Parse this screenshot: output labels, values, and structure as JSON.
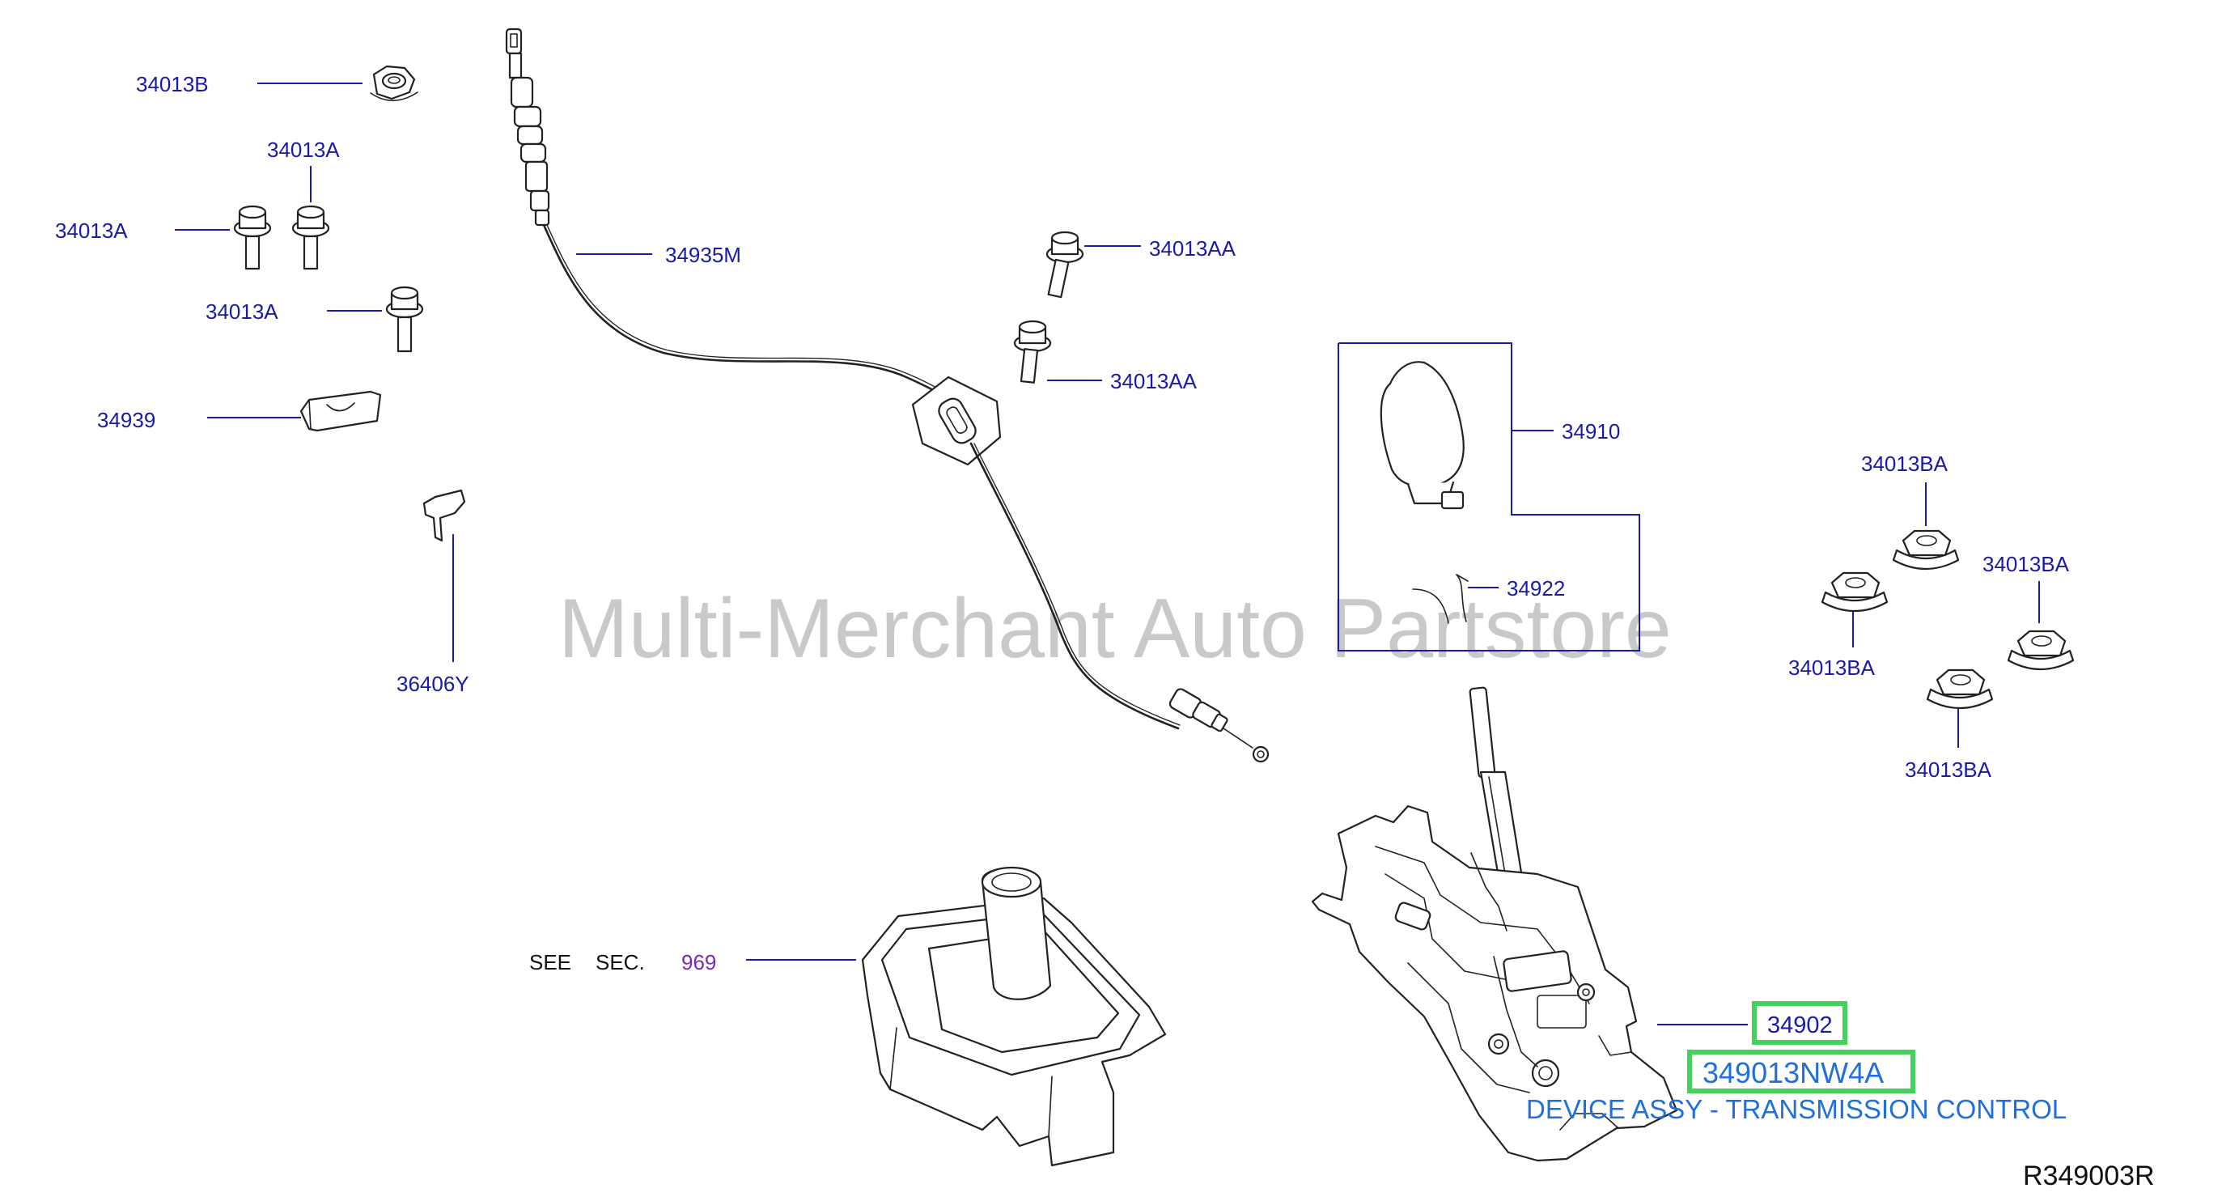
{
  "watermark": "Multi-Merchant Auto Partstore",
  "reference_code": "R349003R",
  "see_section": {
    "see": "SEE",
    "sec": "SEC.",
    "number": "969"
  },
  "highlight": {
    "part_34902": "34902",
    "part_number": "349013NW4A",
    "description": "DEVICE ASSY - TRANSMISSION CONTROL"
  },
  "labels": {
    "nut_34013B": "34013B",
    "bolt_34013A_top": "34013A",
    "bolt_34013A_left": "34013A",
    "bolt_34013A_lower": "34013A",
    "bracket_34939": "34939",
    "clip_36406Y": "36406Y",
    "cable_34935M": "34935M",
    "bolt_34013AA_upper": "34013AA",
    "bolt_34013AA_lower": "34013AA",
    "knob_34910": "34910",
    "spring_34922": "34922",
    "nut_34013BA_top": "34013BA",
    "nut_34013BA_left": "34013BA",
    "nut_34013BA_right": "34013BA",
    "nut_34013BA_bottom": "34013BA"
  },
  "colors": {
    "label_blue": "#1a1aa6",
    "highlight_green": "#44d35a",
    "highlight_text": "#1f6fe0",
    "section_purple": "#7a28b8"
  }
}
